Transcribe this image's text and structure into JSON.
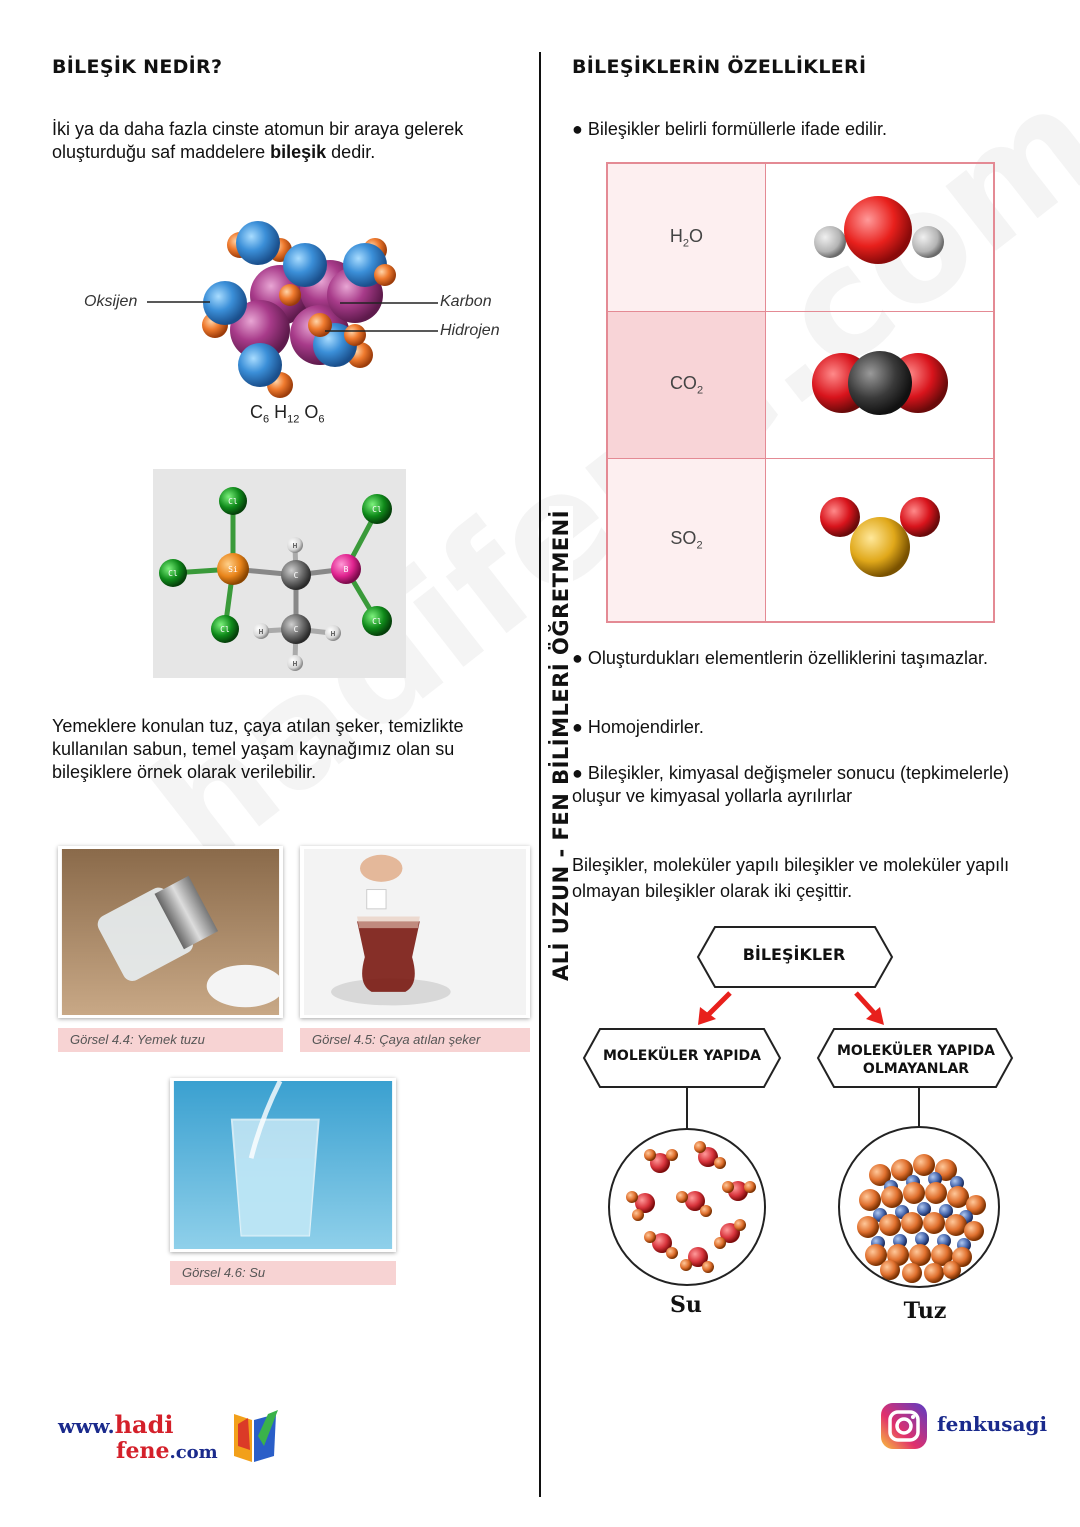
{
  "left": {
    "heading": "BİLEŞİK NEDİR?",
    "intro_before": "İki ya da daha fazla cinste atomun bir araya gelerek oluşturduğu saf maddelere ",
    "intro_bold": "bileşik",
    "intro_after": " dedir.",
    "glucose": {
      "labels": {
        "oxygen": "Oksijen",
        "carbon": "Karbon",
        "hydrogen": "Hidrojen"
      },
      "formula": {
        "c": "C",
        "c_sub": "6",
        "h": "H",
        "h_sub": "12",
        "o": "O",
        "o_sub": "6"
      }
    },
    "molecule_atoms": {
      "cl": "Cl",
      "si": "Si",
      "c": "C",
      "b": "B",
      "h": "H"
    },
    "examples_text": "Yemeklere konulan tuz, çaya atılan şeker, temizlikte kullanılan sabun, temel yaşam kaynağımız olan su bileşiklere örnek olarak verilebilir.",
    "captions": {
      "salt": "Görsel 4.4: Yemek tuzu",
      "tea": "Görsel 4.5: Çaya atılan şeker",
      "water": "Görsel 4.6: Su"
    },
    "brand": {
      "www": "www.",
      "hadi": "hadi",
      "fene": "fene",
      "com": ".com"
    }
  },
  "vertical_text": "ALİ UZUN - FEN BİLİMLERİ ÖĞRETMENİ",
  "watermark": "hadifene.com",
  "right": {
    "heading": "BİLEŞİKLERİN ÖZELLİKLERİ",
    "bullet1": "● Bileşikler belirli formüllerle ifade edilir.",
    "table": [
      {
        "formula": "H",
        "sub": "2",
        "tail": "O"
      },
      {
        "formula": "CO",
        "sub": "2",
        "tail": ""
      },
      {
        "formula": "SO",
        "sub": "2",
        "tail": ""
      }
    ],
    "bullet2": "● Oluşturdukları elementlerin özelliklerini taşımazlar.",
    "bullet3": "● Homojendirler.",
    "bullet4": "● Bileşikler, kimyasal değişmeler sonucu (tepkimelerle) oluşur ve kimyasal yollarla ayrılırlar",
    "types_text": "Bileşikler, moleküler yapılı bileşikler ve moleküler yapılı olmayan bileşikler olarak iki çeşittir.",
    "diagram": {
      "root": "BİLEŞİKLER",
      "left": "MOLEKÜLER YAPIDA",
      "right_line1": "MOLEKÜLER YAPIDA",
      "right_line2": "OLMAYANLAR",
      "left_example": "Su",
      "right_example": "Tuz"
    },
    "instagram": "fenkusagi"
  },
  "colors": {
    "table_border": "#e48a94",
    "table_fill": "#fdeff0",
    "caption_bg": "#f7d3d3",
    "brand_red": "#d4202a",
    "brand_blue": "#1a2a8c"
  }
}
